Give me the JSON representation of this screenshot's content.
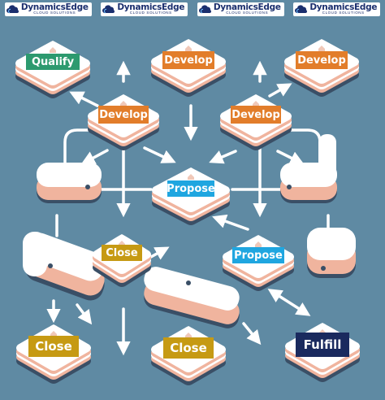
{
  "watermark": {
    "brand": "DynamicsEdge",
    "tagline": "CLOUD SOLUTIONS",
    "count": 4
  },
  "colors": {
    "background": "#5f8aa3",
    "qualify": "#2d9a6f",
    "develop": "#e27d2a",
    "propose": "#1fa6e0",
    "close": "#c69a13",
    "fulfill": "#1a2a5e",
    "tile_top": "#ffffff",
    "tile_salmon": "#f0b49e",
    "tile_shadow": "#3a4f66"
  },
  "diagram": {
    "nodes": [
      {
        "id": "qualify",
        "label": "Qualify",
        "stage": "qualify"
      },
      {
        "id": "develop-top-center",
        "label": "Develop",
        "stage": "develop"
      },
      {
        "id": "develop-top-right",
        "label": "Develop",
        "stage": "develop"
      },
      {
        "id": "develop-mid-left",
        "label": "Develop",
        "stage": "develop"
      },
      {
        "id": "develop-mid-right",
        "label": "Develop",
        "stage": "develop"
      },
      {
        "id": "propose-center",
        "label": "Propose",
        "stage": "propose"
      },
      {
        "id": "propose-right",
        "label": "Propose",
        "stage": "propose"
      },
      {
        "id": "close-mid",
        "label": "Close",
        "stage": "close"
      },
      {
        "id": "close-bottom-left",
        "label": "Close",
        "stage": "close"
      },
      {
        "id": "close-bottom-center",
        "label": "Close",
        "stage": "close"
      },
      {
        "id": "fulfill",
        "label": "Fulfill",
        "stage": "fulfill"
      }
    ]
  }
}
